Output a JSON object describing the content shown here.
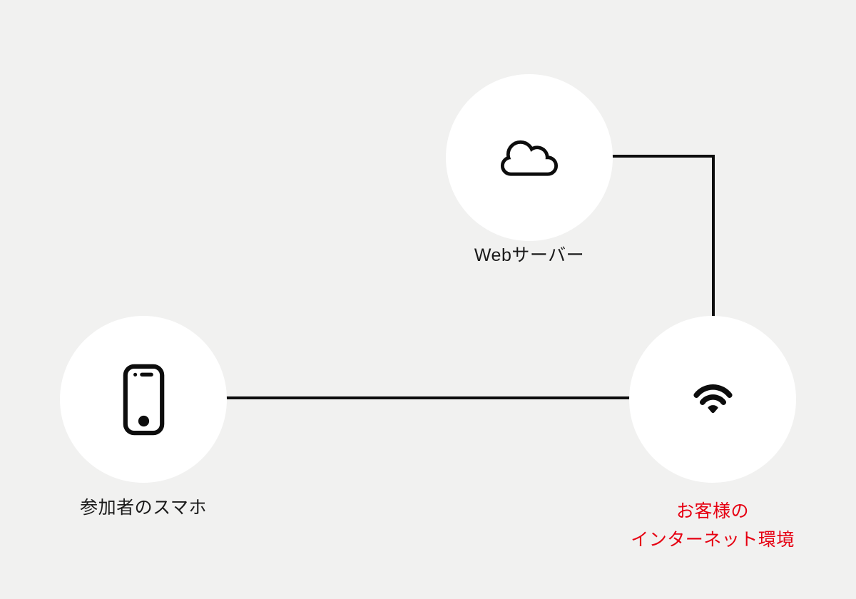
{
  "diagram": {
    "colors": {
      "background": "#f1f1f0",
      "node_fill": "#ffffff",
      "line": "#0d0d0d",
      "label": "#1a1a1a",
      "accent_red": "#e60012"
    },
    "nodes": {
      "web_server": {
        "label": "Webサーバー",
        "icon": "cloud-icon"
      },
      "participant_phone": {
        "label": "参加者のスマホ",
        "icon": "smartphone-icon"
      },
      "customer_internet": {
        "label_line1": "お客様の",
        "label_line2": "インターネット環境",
        "icon": "wifi-icon"
      }
    },
    "connections": [
      {
        "from": "web_server",
        "to": "customer_internet",
        "style": "elbow"
      },
      {
        "from": "participant_phone",
        "to": "customer_internet",
        "style": "straight"
      }
    ]
  }
}
